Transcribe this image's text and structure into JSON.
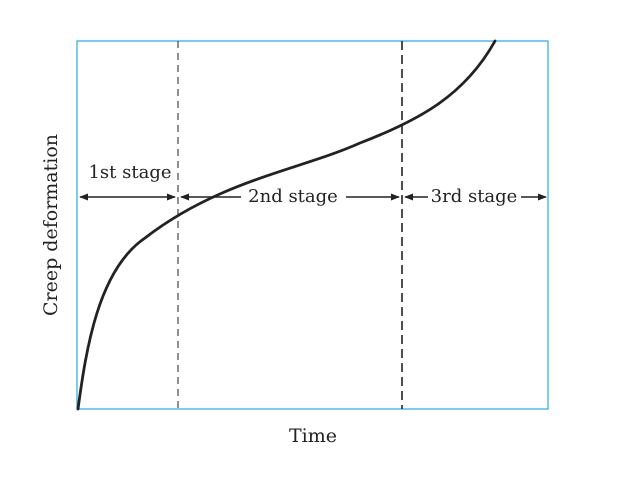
{
  "chart_data": {
    "type": "line",
    "title": "",
    "xlabel": "Time",
    "ylabel": "Creep deformation",
    "stages": [
      {
        "label": "1st stage"
      },
      {
        "label": "2nd stage"
      },
      {
        "label": "3rd stage"
      }
    ],
    "colors": {
      "frame": "#29a8e0",
      "curve": "#222222",
      "annotation": "#222222"
    }
  }
}
